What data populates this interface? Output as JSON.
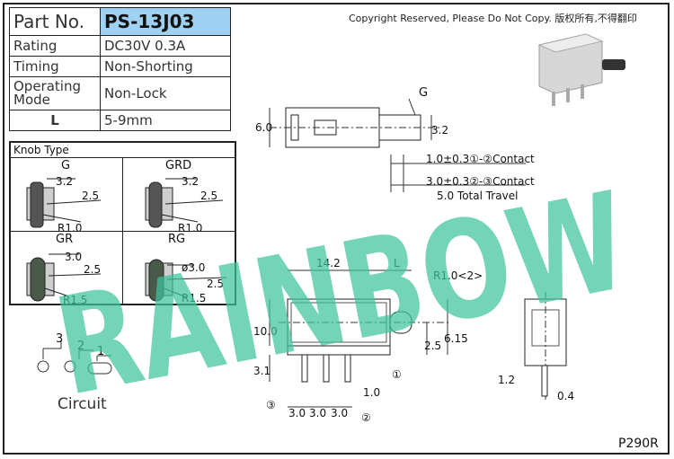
{
  "copyright": "Copyright Reserved, Please Do Not Copy. 版权所有,不得翻印",
  "spec": {
    "part_label": "Part No.",
    "part_value": "PS-13J03",
    "rating_label": "Rating",
    "rating_value": "DC30V 0.3A",
    "timing_label": "Timing",
    "timing_value": "Non-Shorting",
    "operating_label_1": "Operating",
    "operating_label_2": "Mode",
    "operating_value": "Non-Lock",
    "l_label": "L",
    "l_value": "5-9mm"
  },
  "knob": {
    "title": "Knob Type",
    "types": [
      "G",
      "GRD",
      "GR",
      "RG"
    ],
    "g_dims": [
      "3.2",
      "2.5",
      "R1.0"
    ],
    "grd_dims": [
      "3.2",
      "2.5",
      "R1.0"
    ],
    "gr_dims": [
      "3.0",
      "2.5",
      "R1.5"
    ],
    "rg_dims": [
      "ø3.0",
      "2.5",
      "R1.5"
    ]
  },
  "circuit": {
    "label": "Circuit",
    "pins": [
      "3",
      "2",
      "1"
    ]
  },
  "top_view": {
    "knob_label": "G",
    "dims": [
      "6.0",
      "3.2"
    ],
    "contact_1": "1.0±0.3①-②Contact",
    "contact_2": "3.0±0.3②-③Contact",
    "travel": "5.0 Total Travel"
  },
  "front_view": {
    "dims": [
      "14.2",
      "L",
      "R1.0<2>",
      "10.0",
      "3.1",
      "2.5",
      "6.15",
      "1.0",
      "3.0",
      "3.0",
      "3.0"
    ],
    "pin_marks": [
      "①",
      "②",
      "③"
    ]
  },
  "side_view": {
    "dims": [
      "1.2",
      "0.4"
    ]
  },
  "watermark": "RAINBOW",
  "page_code": "P290R",
  "colors": {
    "watermark": "#3ec39c",
    "part_bg": "#9fd2f2",
    "line": "#222222",
    "dim": "#333333"
  }
}
